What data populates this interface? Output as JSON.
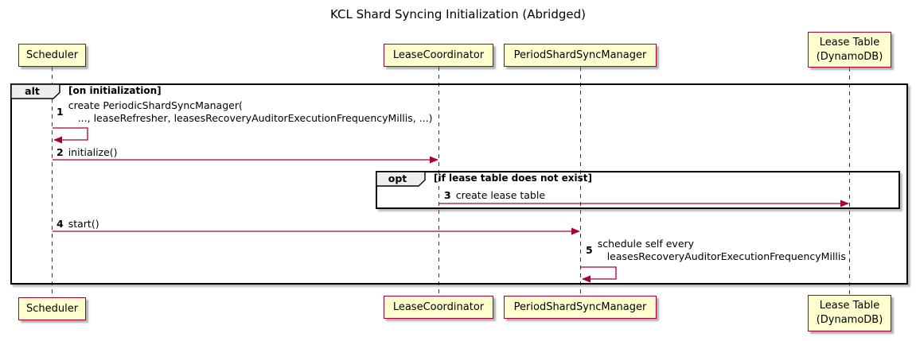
{
  "title": "KCL Shard Syncing Initialization (Abridged)",
  "colors": {
    "participant_fill": "#FEFECE",
    "participant_border": "#A80036",
    "arrow": "#A80036",
    "lifeline": "#A80036",
    "frame_border": "#000000",
    "frame_label_fill": "#EEEEEE"
  },
  "participants": [
    {
      "name": "Scheduler"
    },
    {
      "name": "LeaseCoordinator"
    },
    {
      "name": "PeriodShardSyncManager"
    },
    {
      "name": "Lease Table\n(DynamoDB)"
    }
  ],
  "frames": {
    "alt": {
      "operator": "alt",
      "guard": "[on initialization]"
    },
    "opt": {
      "operator": "opt",
      "guard": "[if lease table does not exist]"
    }
  },
  "messages": [
    {
      "num": "1",
      "lines": [
        "create PeriodicShardSyncManager(",
        "..., leaseRefresher, leasesRecoveryAuditorExecutionFrequencyMillis, ...)"
      ],
      "kind": "self",
      "from": "Scheduler",
      "to": "Scheduler"
    },
    {
      "num": "2",
      "lines": [
        "initialize()"
      ],
      "kind": "arrow",
      "from": "Scheduler",
      "to": "LeaseCoordinator"
    },
    {
      "num": "3",
      "lines": [
        "create lease table"
      ],
      "kind": "arrow",
      "from": "LeaseCoordinator",
      "to": "Lease Table (DynamoDB)"
    },
    {
      "num": "4",
      "lines": [
        "start()"
      ],
      "kind": "arrow",
      "from": "Scheduler",
      "to": "PeriodShardSyncManager"
    },
    {
      "num": "5",
      "lines": [
        "schedule self every",
        "leasesRecoveryAuditorExecutionFrequencyMillis"
      ],
      "kind": "self",
      "from": "PeriodShardSyncManager",
      "to": "PeriodShardSyncManager"
    }
  ]
}
